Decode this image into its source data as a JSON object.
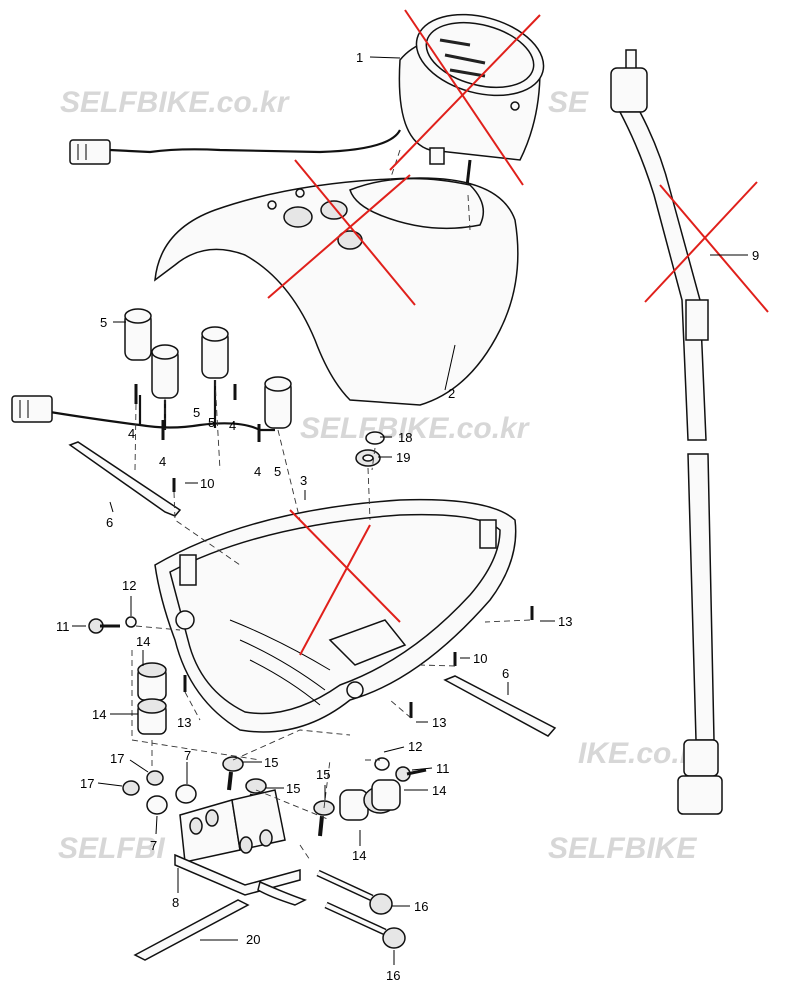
{
  "watermark": {
    "text_full": "SELFBIKE.co.kr",
    "text_cut_1": "SELFBIKE",
    "text_cut_2": "SE",
    "text_cut_3": "IKE.co.kr",
    "text_cut_4": "SELFBI"
  },
  "callouts": {
    "c1": "1",
    "c2": "2",
    "c3": "3",
    "c4": "4",
    "c5": "5",
    "c6": "6",
    "c7": "7",
    "c8": "8",
    "c9": "9",
    "c10": "10",
    "c11": "11",
    "c12": "12",
    "c13": "13",
    "c14": "14",
    "c15": "15",
    "c16": "16",
    "c17": "17",
    "c18": "18",
    "c19": "19",
    "c20": "20"
  },
  "colors": {
    "cross_mark": "#e0201b",
    "watermark": "#d7d7d7",
    "line": "#111111"
  }
}
